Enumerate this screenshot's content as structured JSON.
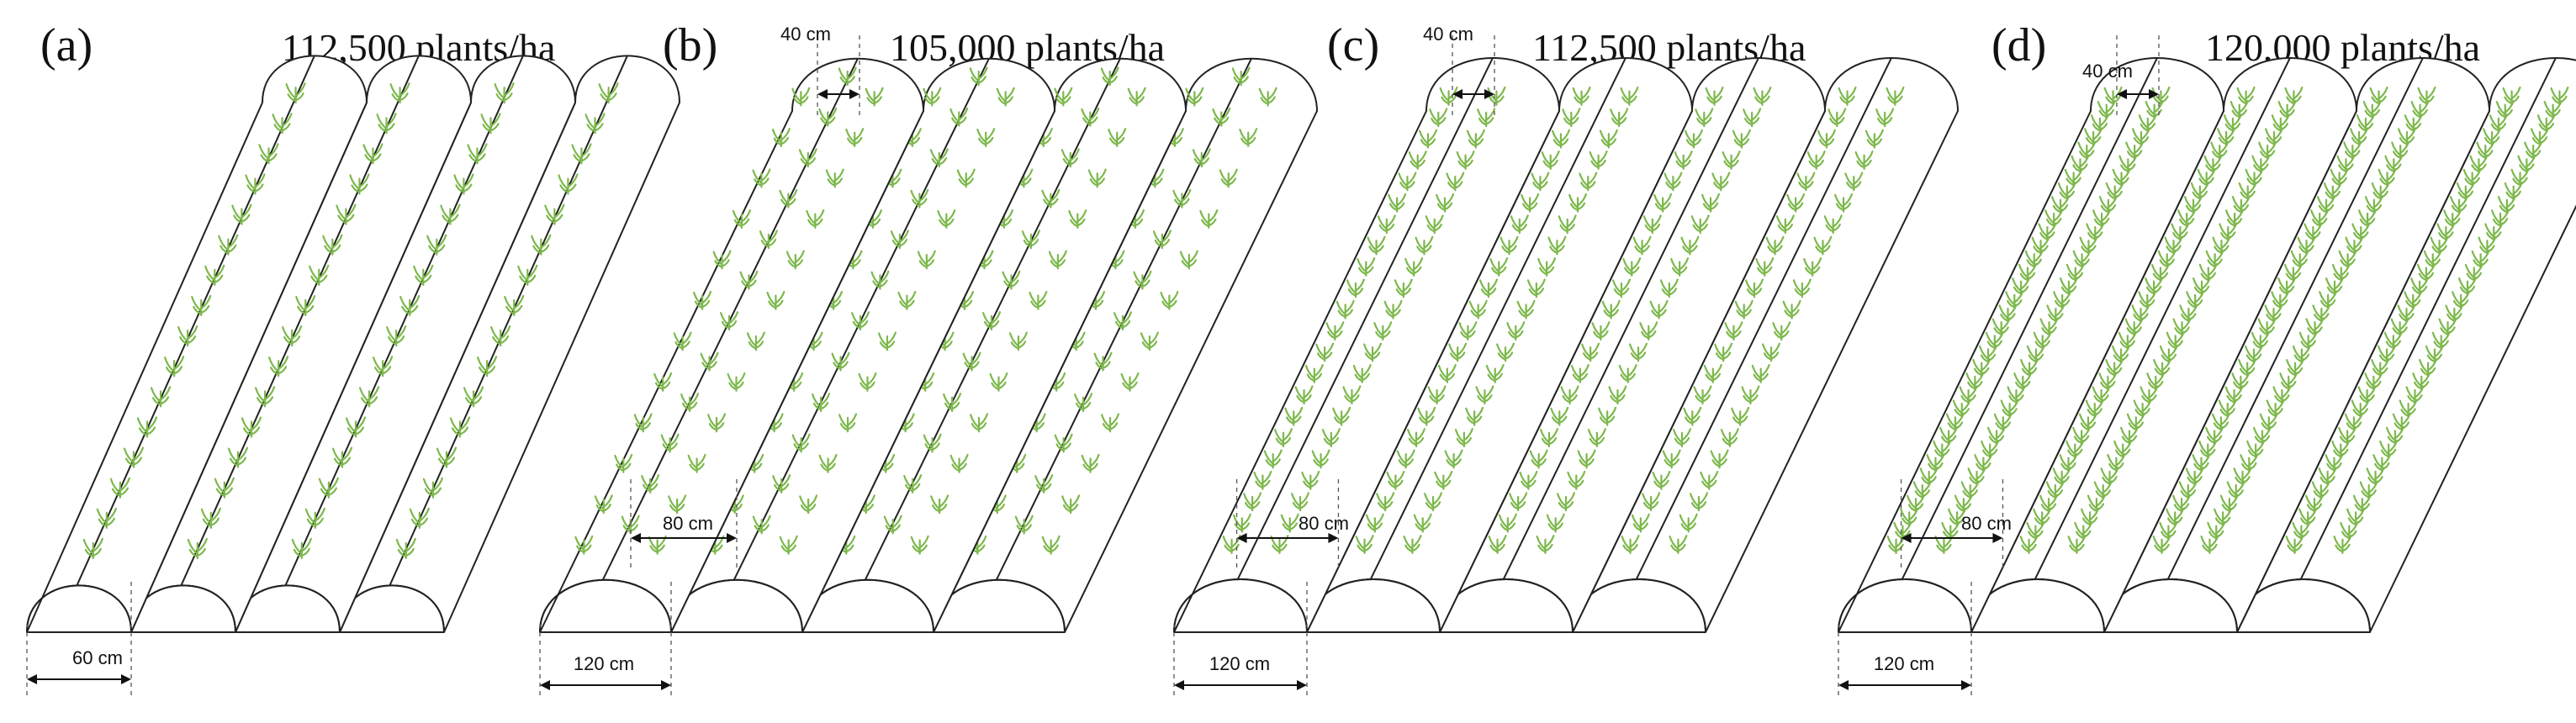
{
  "colors": {
    "plant": "#7db84c",
    "outline": "#222222",
    "background": "#ffffff"
  },
  "panels": [
    {
      "label": "(a)",
      "density": "112,500 plants/ha",
      "ridge_width_label": "60 cm",
      "row_spacing_label": "",
      "plant_spacing_label": "",
      "rows_per_ridge": 1,
      "ridges": 4,
      "plants_per_row": 16
    },
    {
      "label": "(b)",
      "density": "105,000 plants/ha",
      "ridge_width_label": "120 cm",
      "row_spacing_label": "80 cm",
      "plant_spacing_label": "40 cm",
      "rows_per_ridge": 3,
      "ridges": 4,
      "plants_per_row": 12
    },
    {
      "label": "(c)",
      "density": "112,500 plants/ha",
      "ridge_width_label": "120 cm",
      "row_spacing_label": "80 cm",
      "plant_spacing_label": "40 cm",
      "rows_per_ridge": 2,
      "ridges": 4,
      "plants_per_row": 22
    },
    {
      "label": "(d)",
      "density": "120,000 plants/ha",
      "ridge_width_label": "120 cm",
      "row_spacing_label": "80 cm",
      "plant_spacing_label": "40 cm",
      "rows_per_ridge": 2,
      "ridges": 4,
      "plants_per_row": 34
    }
  ]
}
